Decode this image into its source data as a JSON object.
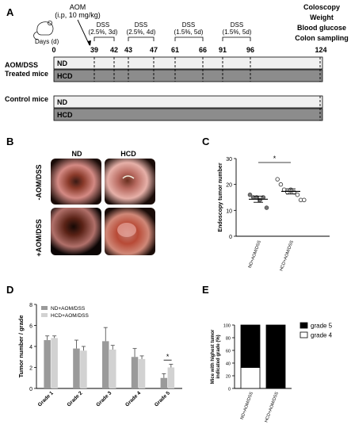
{
  "panel_labels": {
    "a": "A",
    "b": "B",
    "c": "C",
    "d": "D",
    "e": "E"
  },
  "timeline": {
    "aom_label": "AOM",
    "aom_dose": "(i.p, 10 mg/kg)",
    "days_label": "Days (d)",
    "day_ticks": [
      "0",
      "39",
      "42",
      "43",
      "47",
      "61",
      "66",
      "91",
      "96",
      "124"
    ],
    "dss_cycles": [
      {
        "name": "DSS",
        "detail": "(2.5%, 3d)"
      },
      {
        "name": "DSS",
        "detail": "(2.5%, 4d)"
      },
      {
        "name": "DSS",
        "detail": "(1.5%, 5d)"
      },
      {
        "name": "DSS",
        "detail": "(1.5%, 5d)"
      }
    ],
    "endpoints": [
      "Coloscopy",
      "Weight",
      "Blood glucose",
      "Colon sampling"
    ],
    "group1_line1": "AOM/DSS",
    "group1_line2": "Treated mice",
    "group2": "Control mice",
    "bars": [
      "ND",
      "HCD",
      "ND",
      "HCD"
    ],
    "colors": {
      "nd": "#f0f0f0",
      "hcd": "#8c8c8c"
    }
  },
  "endoscopy": {
    "col_labels": [
      "ND",
      "HCD"
    ],
    "row_labels": [
      "-AOM/DSS",
      "+AOM/DSS"
    ]
  },
  "chart_data": [
    {
      "type": "scatter",
      "panel": "C",
      "ylabel": "Endoscopy tumor number",
      "ylim": [
        0,
        30
      ],
      "yticks": [
        "0",
        "10",
        "20",
        "30"
      ],
      "categories": [
        "ND+AOM/DSS",
        "HCD+AOM/DSS"
      ],
      "points": [
        [
          16,
          15,
          15,
          14,
          15,
          11
        ],
        [
          22,
          20,
          18,
          17,
          18,
          17,
          16,
          14,
          14
        ]
      ],
      "means": [
        14.3,
        17.3
      ],
      "sem": [
        1.2,
        1.0
      ],
      "significance": "*"
    },
    {
      "type": "bar",
      "panel": "D",
      "ylabel": "Tumor number / grade",
      "ylim": [
        0,
        8
      ],
      "yticks": [
        "0",
        "2",
        "4",
        "6",
        "8"
      ],
      "categories": [
        "Grade 1",
        "Grade 2",
        "Grade 3",
        "Grade 4",
        "Grade 5"
      ],
      "series": [
        {
          "name": "ND+AOM/DSS",
          "values": [
            4.6,
            3.8,
            4.5,
            3.0,
            1.0
          ],
          "err": [
            0.4,
            0.8,
            1.3,
            0.8,
            0.4
          ],
          "color": "#9a9a9a"
        },
        {
          "name": "HCD+AOM/DSS",
          "values": [
            4.8,
            3.6,
            3.7,
            2.8,
            2.0
          ],
          "err": [
            0.2,
            0.4,
            0.4,
            0.3,
            0.3
          ],
          "color": "#d2d2d2"
        }
      ],
      "significance": "*",
      "legend": "top-left"
    },
    {
      "type": "bar",
      "panel": "E",
      "ylabel": "Mice with highest tumor indicated grade (%)",
      "ylim": [
        0,
        100
      ],
      "yticks": [
        "0",
        "20",
        "40",
        "60",
        "80",
        "100"
      ],
      "categories": [
        "ND+AOM/DSS",
        "HCD+AOM/DSS"
      ],
      "series": [
        {
          "name": "grade 5",
          "values": [
            67,
            100
          ],
          "color": "#000000"
        },
        {
          "name": "grade 4",
          "values": [
            33,
            0
          ],
          "color": "#ffffff"
        }
      ],
      "legend": "right"
    }
  ]
}
